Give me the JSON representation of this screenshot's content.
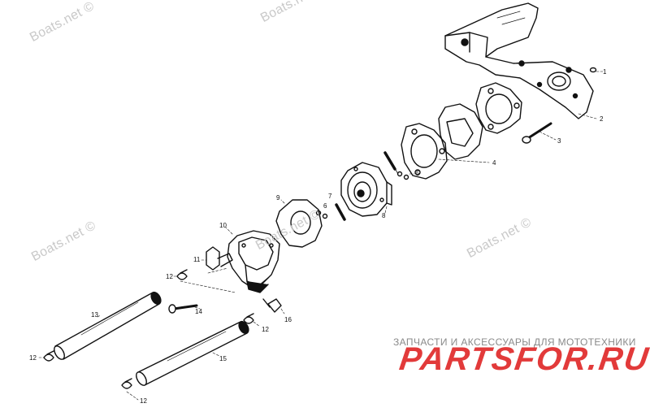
{
  "watermarks": [
    "Boats.net ©",
    "Boats.net ©",
    "Boats.net ©",
    "Boats.net ©",
    "Boats.net ©"
  ],
  "callouts": [
    "1",
    "2",
    "3",
    "4",
    "5",
    "6",
    "7",
    "8",
    "9",
    "10",
    "11",
    "12",
    "13",
    "12",
    "14",
    "15",
    "16",
    "12",
    "12"
  ],
  "brand": {
    "tagline": "ЗАПЧАСТИ И АКСЕССУАРЫ ДЛЯ МОТОТЕХНИКИ",
    "logo": "PARTSFOR.RU",
    "logo_color": "#e23a3a"
  }
}
